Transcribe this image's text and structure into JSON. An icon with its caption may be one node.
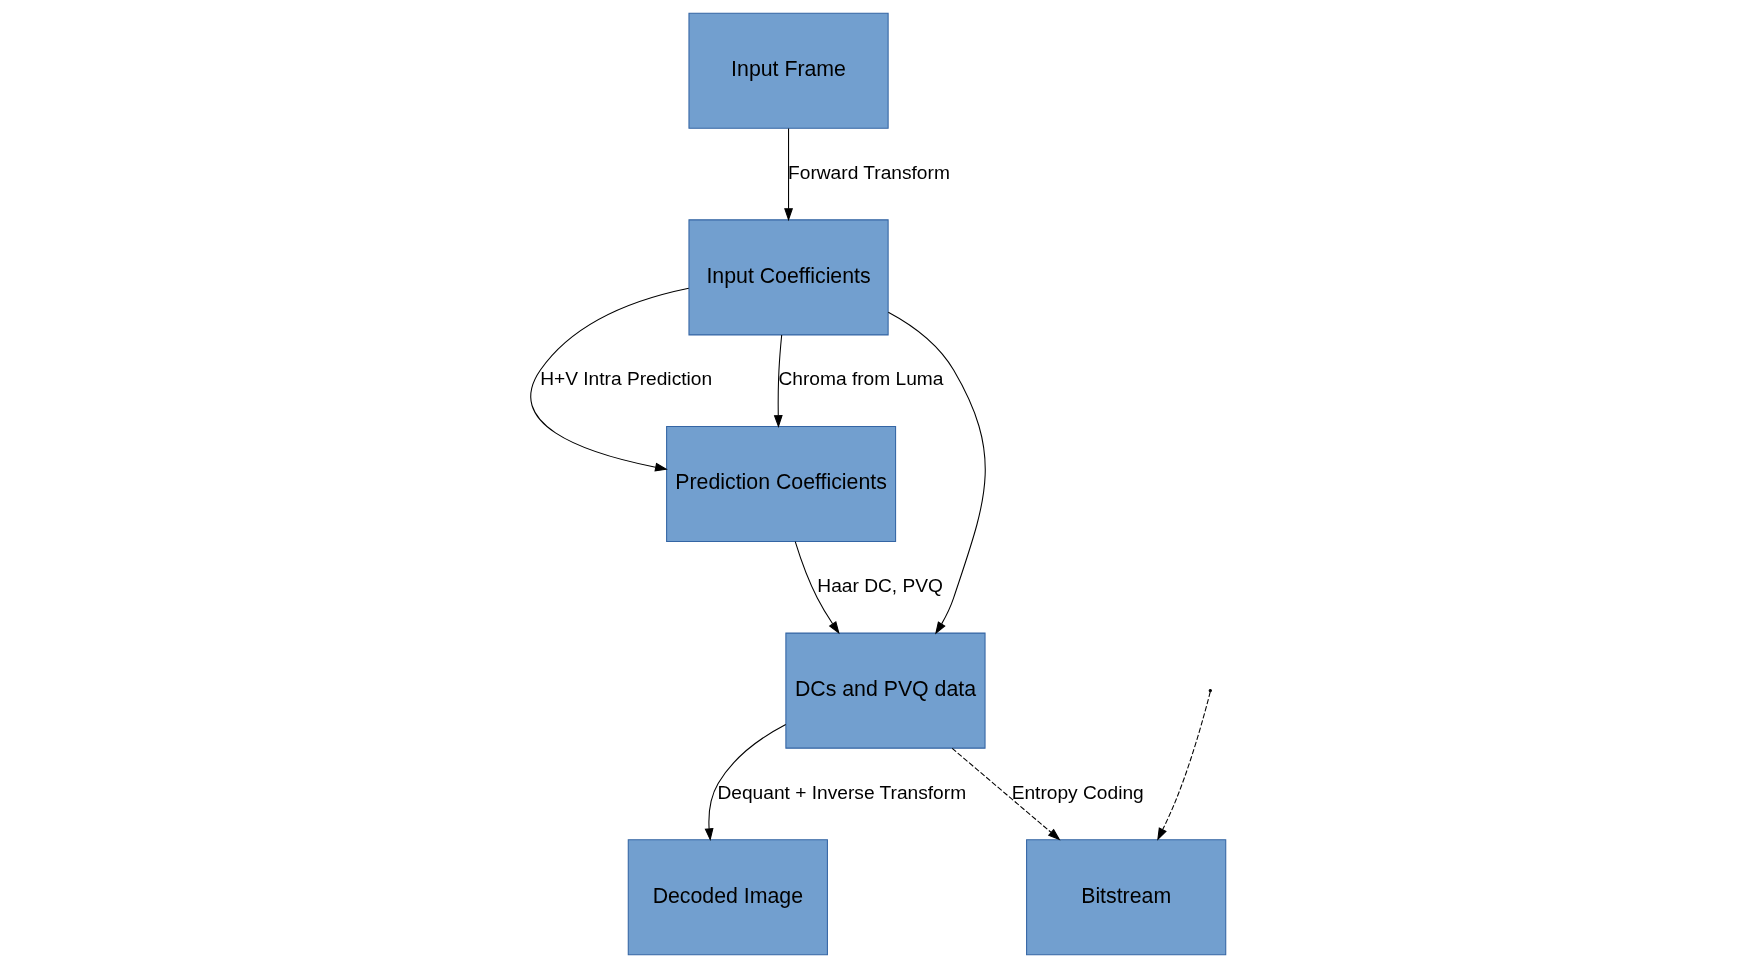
{
  "diagram": {
    "nodes": [
      {
        "text": [
          "Input Frame"
        ]
      },
      {
        "text": [
          "Input Coefficients"
        ]
      },
      {
        "text": [
          "Bitstream"
        ]
      },
      {
        "text": [
          "Prediction Coefficients"
        ]
      },
      {
        "text": [
          "Decoded Image"
        ]
      },
      {
        "text": [
          "DCs and PVQ data"
        ]
      }
    ],
    "edges": [
      {
        "from": 0,
        "to": 1,
        "arrow": "to",
        "label": "Forward Transform"
      },
      {
        "from": 1,
        "to": 3,
        "arrow": "to",
        "label": "H+V Intra Prediction"
      },
      {
        "from": 1,
        "to": 3,
        "arrow": "to",
        "label": "Chroma from Luma"
      },
      {
        "from": 1,
        "to": 5,
        "arrow": "to"
      },
      {
        "from": 3,
        "to": 5,
        "arrow": "to",
        "label": "Haar DC, PVQ"
      },
      {
        "from": 5,
        "to": 4,
        "arrow": "to",
        "label": "Dequant + Inverse Transform"
      },
      {
        "from": 5,
        "to": 2,
        "arrow": "to",
        "style": "dashed",
        "label": "Entropy Coding"
      },
      {
        "from": null,
        "to": 2,
        "arrow": "to",
        "style": "dashed"
      }
    ]
  }
}
